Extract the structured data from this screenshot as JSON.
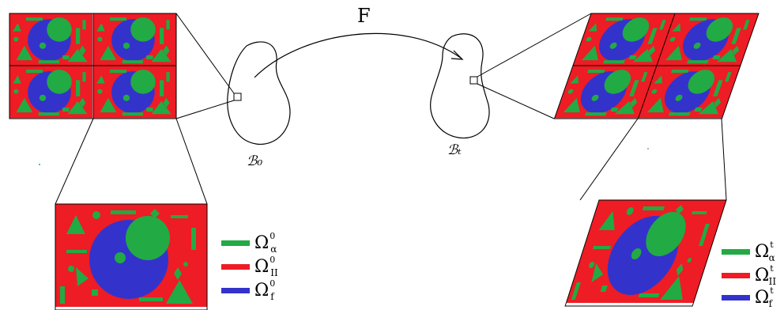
{
  "mapping": {
    "label": "F"
  },
  "reference_body": {
    "label": "ℬ₀"
  },
  "current_body": {
    "label": "ℬₜ"
  },
  "phases": {
    "alpha": {
      "color": "#22aa44"
    },
    "matrix": {
      "color": "#ee1c24"
    },
    "fiber": {
      "color": "#3333cc"
    }
  },
  "legend_left": [
    {
      "symbol": "Ω",
      "sup": "0",
      "sub": "α",
      "color": "#22aa44"
    },
    {
      "symbol": "Ω",
      "sup": "0",
      "sub": "II",
      "color": "#ee1c24"
    },
    {
      "symbol": "Ω",
      "sup": "0",
      "sub": "f",
      "color": "#3333cc"
    }
  ],
  "legend_right": [
    {
      "symbol": "Ω",
      "sup": "t",
      "sub": "α",
      "color": "#22aa44"
    },
    {
      "symbol": "Ω",
      "sup": "t",
      "sub": "II",
      "color": "#ee1c24"
    },
    {
      "symbol": "Ω",
      "sup": "t",
      "sub": "f",
      "color": "#3333cc"
    }
  ]
}
